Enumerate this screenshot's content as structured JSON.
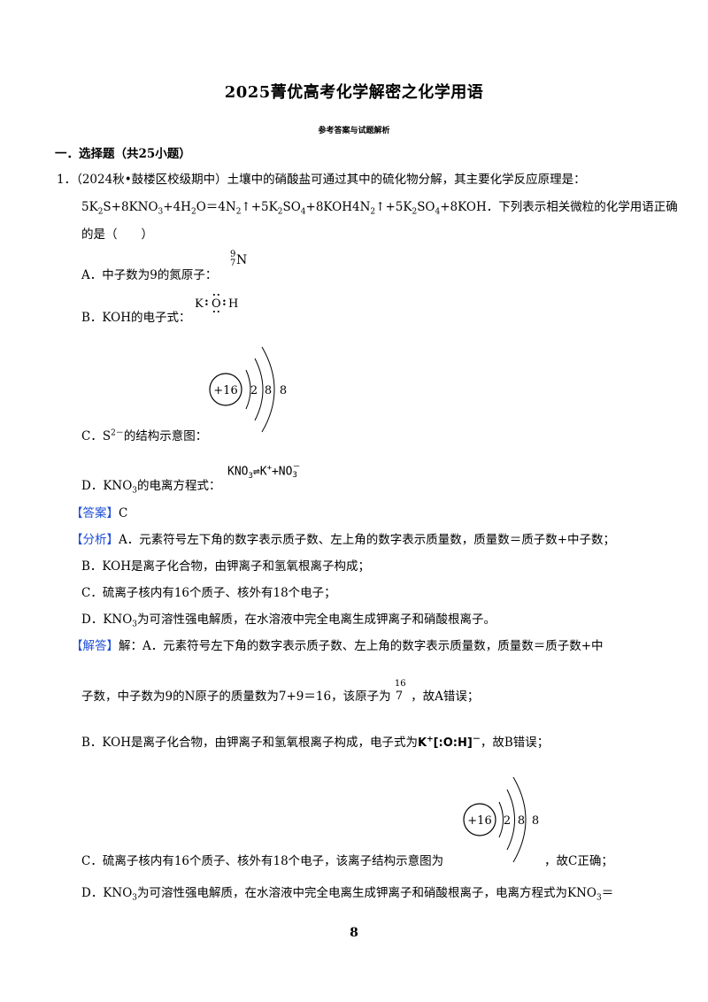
{
  "title": "2025菁优高考化学解密之化学用语",
  "subtitle": "参考答案与试题解析",
  "section": "一．选择题（共25小题）",
  "q1": {
    "number": "1．",
    "stem1": "（2024秋•鼓楼区校级期中）土壤中的硝酸盐可通过其中的硫化物分解，其主要化学反应原理是：",
    "stem2_a": "5K",
    "stem2_b": "S+8KNO",
    "stem2_c": "+4H",
    "stem2_d": "O＝4N",
    "stem2_e": "↑+5K",
    "stem2_f": "SO",
    "stem2_g": "+8KOH4N",
    "stem2_h": "↑+5K",
    "stem2_i": "SO",
    "stem2_j": "+8KOH．下列表示相关微粒的化学用语正确",
    "stem3": "的是（　　）",
    "sub2": "2",
    "sub3": "3",
    "sub4": "4",
    "optA": "A．中子数为9的氮原子：",
    "optA_mass": "9",
    "optA_z": "7",
    "optA_sym": "N",
    "optB": "B．KOH的电子式：",
    "optB_k": "K",
    "optB_o": "O",
    "optB_h": "H",
    "optC_pre": "C．S",
    "optC_sup": "2－",
    "optC_post": "的结构示意图：",
    "diagram_nucleus": "+16",
    "diagram_shell1": "2",
    "diagram_shell2": "8",
    "diagram_shell3": "8",
    "optD_pre": "D．KNO",
    "optD_post": "的电离方程式：",
    "optD_eq_a": "KNO",
    "optD_eq_b": "⇌K",
    "optD_eq_c": "+NO",
    "plus": "+",
    "minus": "－",
    "answer_tag": "【答案】",
    "answer_val": "C",
    "analysis_tag": "【分析】",
    "analysisA": "A．元素符号左下角的数字表示质子数、左上角的数字表示质量数，质量数＝质子数+中子数；",
    "analysisB": "B．KOH是离子化合物，由钾离子和氢氧根离子构成；",
    "analysisC": "C．硫离子核内有16个质子、核外有18个电子；",
    "analysisD_pre": "D．KNO",
    "analysisD_post": "为可溶性强电解质，在水溶液中完全电离生成钾离子和硝酸根离子。",
    "solution_tag": "【解答】",
    "solA1": "解：A．元素符号左下角的数字表示质子数、左上角的数字表示质量数，质量数＝质子数+中",
    "solA2_pre": "子数，中子数为9的N原子的质量数为7+9＝16，该原子为",
    "solA2_mass": "16",
    "solA2_z": "7",
    "solA2_post": "，故A错误；",
    "solB_pre": "B．KOH是离子化合物，由钾离子和氢氧根离子构成，电子式为",
    "solB_k": "K",
    "solB_inner": "[:O:H]",
    "solB_post": "，故B错误；",
    "solC_pre": "C．硫离子核内有16个质子、核外有18个电子，该离子结构示意图为",
    "solC_post": "，故C正确；",
    "solD_pre": "D．KNO",
    "solD_mid": "为可溶性强电解质，在水溶液中完全电离生成钾离子和硝酸根离子，电离方程式为KNO",
    "solD_post": "＝"
  },
  "page_number": "8"
}
